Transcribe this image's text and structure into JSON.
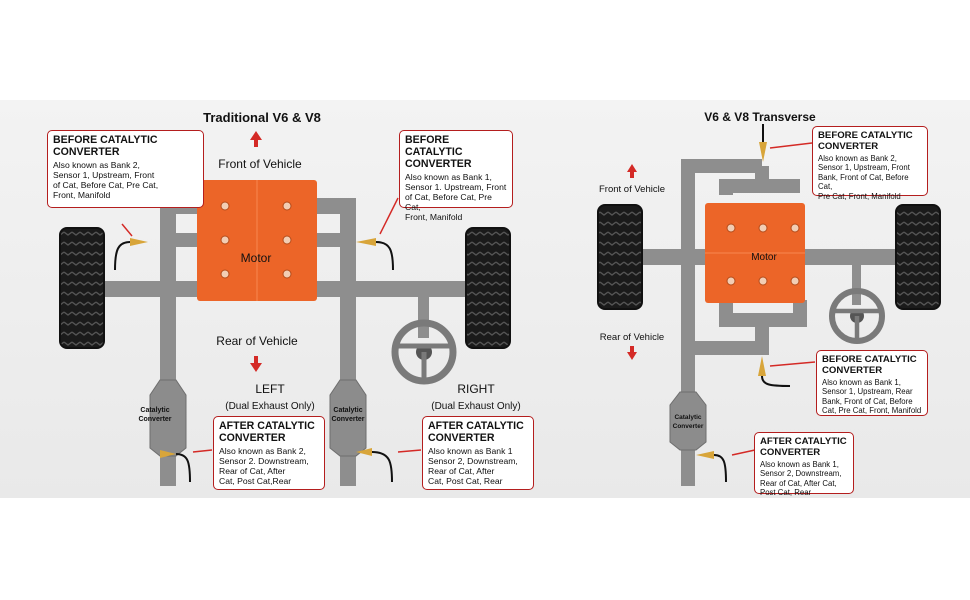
{
  "colors": {
    "pipe": "#8e8e8e",
    "engine": "#ec6528",
    "arrow": "#d42a26",
    "box_border": "#b41e1e",
    "tire": "#1b1b1b"
  },
  "left_diagram": {
    "title": "Traditional V6 & V8",
    "front_label": "Front of Vehicle",
    "rear_label": "Rear of Vehicle",
    "motor_label": "Motor",
    "left_label": "LEFT",
    "left_sub": "(Dual Exhaust Only)",
    "right_label": "RIGHT",
    "right_sub": "(Dual Exhaust Only)",
    "cat_left": [
      "Catalytic",
      "Converter"
    ],
    "cat_right": [
      "Catalytic",
      "Converter"
    ],
    "box_before_left": {
      "heading": [
        "BEFORE CATALYTIC",
        "CONVERTER"
      ],
      "body": [
        "Also known as Bank 2,",
        "Sensor 1, Upstream, Front",
        "of Cat, Before Cat, Pre Cat,",
        "Front, Manifold"
      ]
    },
    "box_before_right": {
      "heading": [
        "BEFORE CATALYTIC",
        "CONVERTER"
      ],
      "body": [
        "Also known as Bank 1,",
        "Sensor 1. Upstream, Front",
        "of Cat, Before Cat, Pre Cat,",
        "Front, Manifold"
      ]
    },
    "box_after_left": {
      "heading": [
        "AFTER CATALYTIC",
        "CONVERTER"
      ],
      "body": [
        "Also known as Bank 2,",
        "Sensor 2. Downstream,",
        "Rear of Cat, After",
        "Cat, Post Cat,Rear"
      ]
    },
    "box_after_right": {
      "heading": [
        "AFTER CATALYTIC",
        "CONVERTER"
      ],
      "body": [
        "Also known as Bank 1",
        "Sensor 2, Downstream,",
        "Rear of Cat, After",
        "Cat, Post Cat, Rear"
      ]
    }
  },
  "right_diagram": {
    "title": "V6 & V8 Transverse",
    "front_label": "Front of Vehicle",
    "rear_label": "Rear of Vehicle",
    "motor_label": "Motor",
    "cat": [
      "Catalytic",
      "Converter"
    ],
    "box_before_top": {
      "heading": [
        "BEFORE CATALYTIC",
        "CONVERTER"
      ],
      "body": [
        "Also known as Bank 2,",
        "Sensor 1, Upstream, Front",
        "Bank, Front of Cat, Before Cat,",
        "Pre Cat, Front, Manifold"
      ]
    },
    "box_before_bottom": {
      "heading": [
        "BEFORE CATALYTIC",
        "CONVERTER"
      ],
      "body": [
        "Also known as Bank 1,",
        "Sensor 1, Upstream, Rear",
        "Bank, Front of Cat, Before",
        "Cat, Pre Cat, Front, Manifold"
      ]
    },
    "box_after": {
      "heading": [
        "AFTER CATALYTIC",
        "CONVERTER"
      ],
      "body": [
        "Also known as Bank 1,",
        "Sensor 2, Downstream,",
        "Rear of Cat, After Cat,",
        "Post Cat, Rear"
      ]
    }
  }
}
